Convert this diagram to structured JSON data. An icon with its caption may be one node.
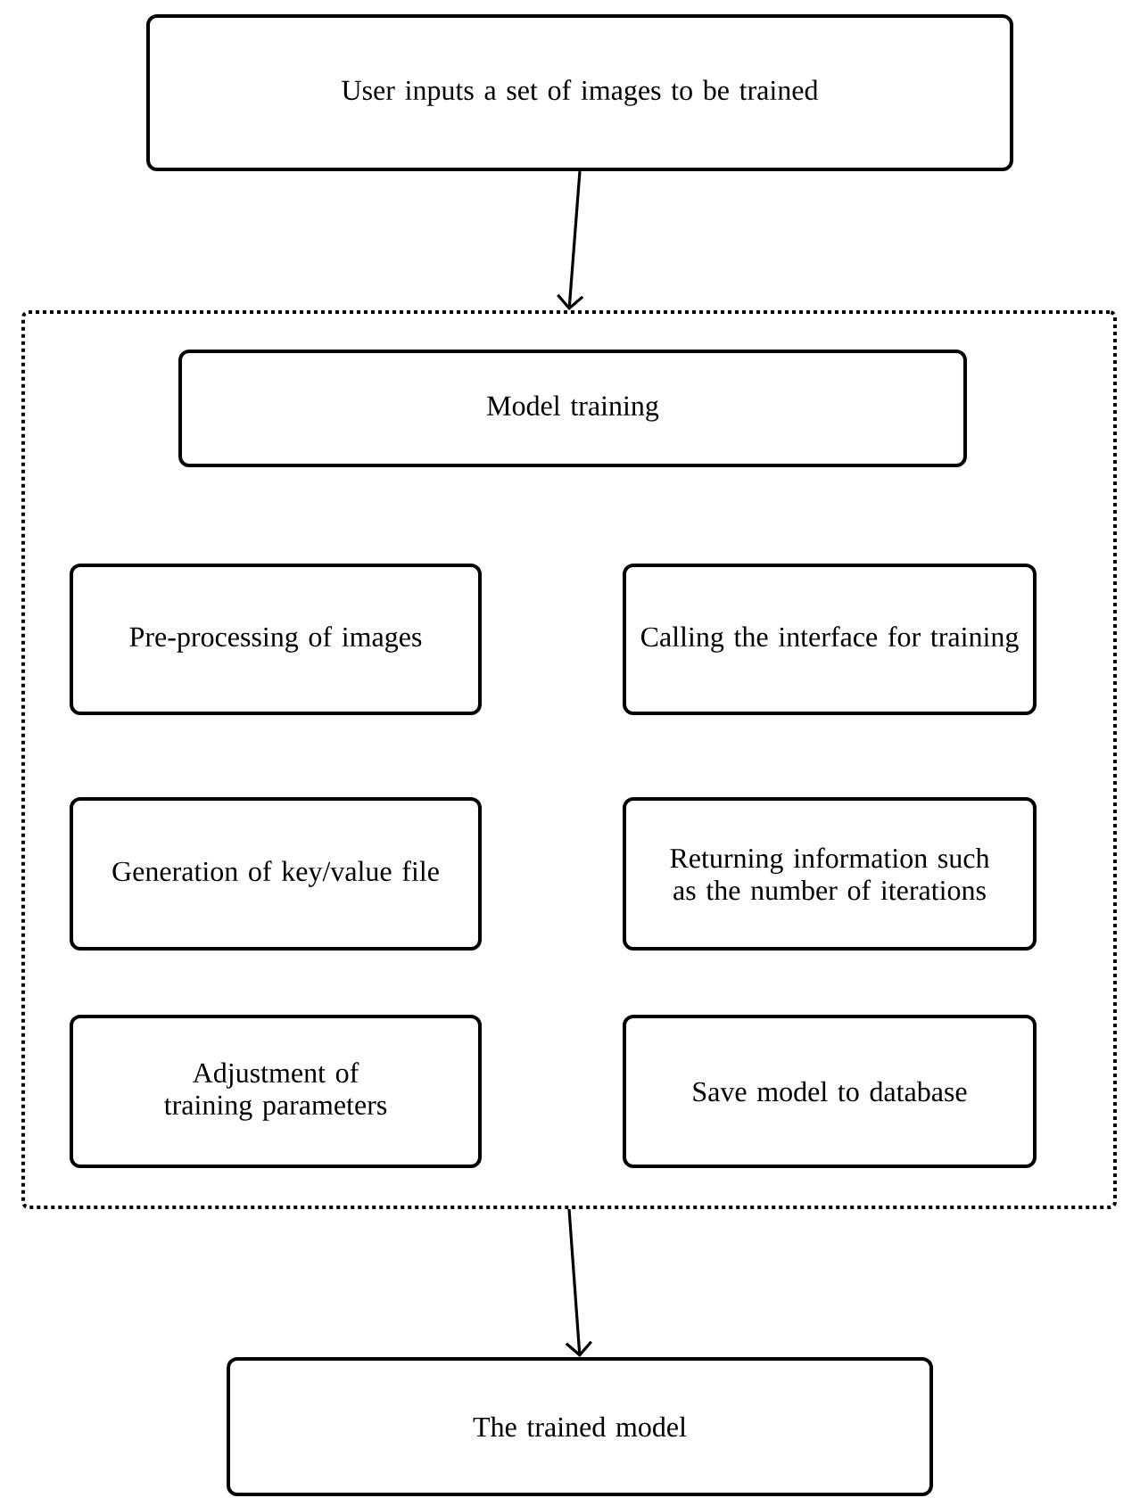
{
  "diagram": {
    "nodes": [
      {
        "text": [
          "User inputs a set of images to be trained"
        ]
      },
      {
        "text": [],
        "shape": "box"
      },
      {
        "text": [
          "Model training"
        ],
        "in": 1
      },
      {
        "text": [
          "Pre-processing of images"
        ],
        "in": 1
      },
      {
        "text": [
          "Calling the interface for training"
        ],
        "in": 1
      },
      {
        "text": [
          "Generation of key/value file"
        ],
        "in": 1
      },
      {
        "text": [
          "Returning information such as the number of iterations"
        ],
        "in": 1
      },
      {
        "text": [
          "Adjustment of training parameters"
        ],
        "in": 1
      },
      {
        "text": [
          "Save model to database"
        ],
        "in": 1
      },
      {
        "text": [
          "The trained model"
        ]
      }
    ],
    "edges": [
      {
        "from": 0,
        "to": 1,
        "arrow": "to"
      },
      {
        "from": 1,
        "to": 9,
        "arrow": "to"
      }
    ]
  }
}
